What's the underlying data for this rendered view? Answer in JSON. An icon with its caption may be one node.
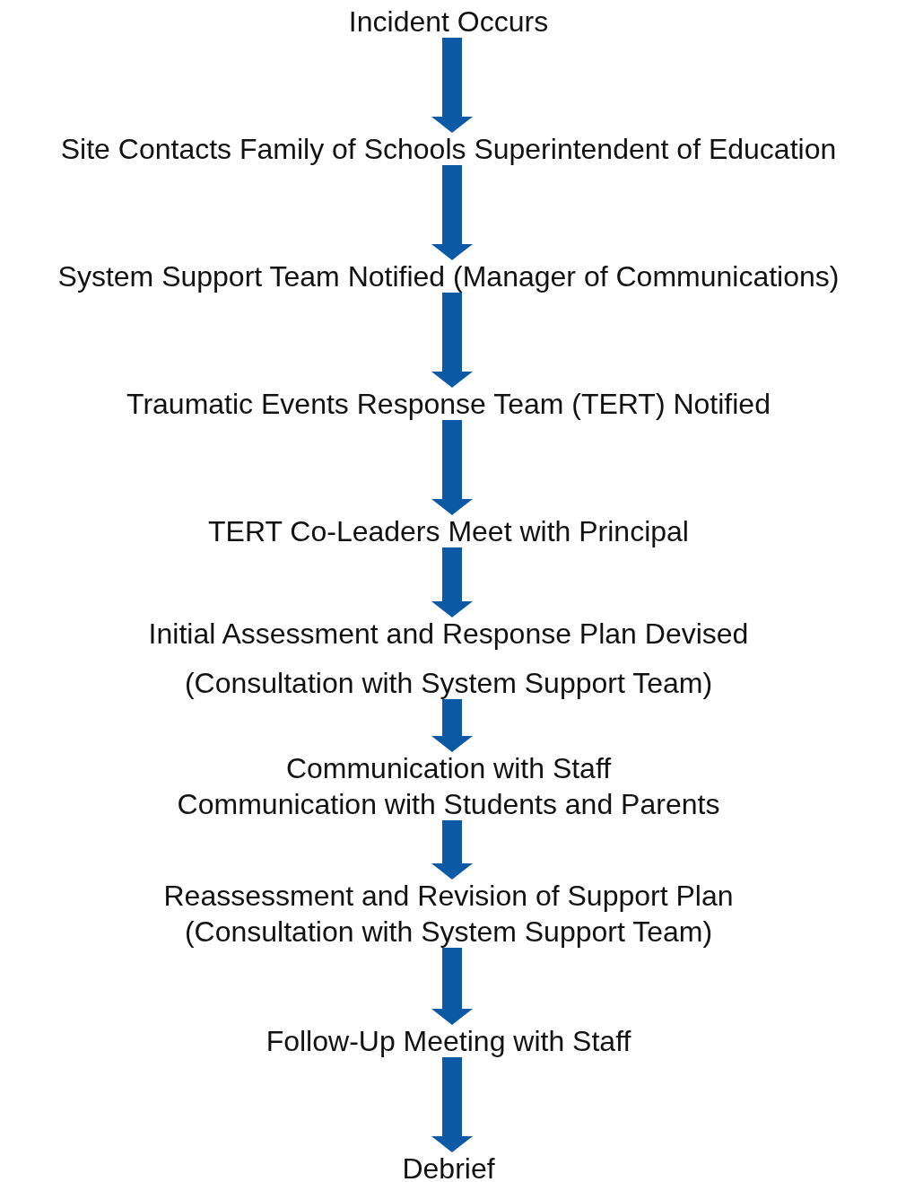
{
  "diagram": {
    "nodes": [
      {
        "text": [
          "Incident Occurs"
        ]
      },
      {
        "text": [
          "Site Contacts Family of Schools Superintendent of Education"
        ]
      },
      {
        "text": [
          "System Support Team Notified (Manager of Communications)"
        ]
      },
      {
        "text": [
          "Traumatic Events Response Team (TERT) Notified"
        ]
      },
      {
        "text": [
          "TERT Co-Leaders Meet with Principal"
        ]
      },
      {
        "text": [
          "Initial Assessment and Response Plan Devised",
          "(Consultation with System Support Team)"
        ]
      },
      {
        "text": [
          "Communication with Staff",
          "Communication with Students and Parents"
        ]
      },
      {
        "text": [
          "Reassessment and Revision of Support Plan",
          "(Consultation with System Support Team)"
        ]
      },
      {
        "text": [
          "Follow-Up Meeting with Staff"
        ]
      },
      {
        "text": [
          "Debrief"
        ]
      }
    ],
    "edges": [
      {
        "from": 0,
        "to": 1,
        "arrow": "to"
      },
      {
        "from": 1,
        "to": 2,
        "arrow": "to"
      },
      {
        "from": 2,
        "to": 3,
        "arrow": "to"
      },
      {
        "from": 3,
        "to": 4,
        "arrow": "to"
      },
      {
        "from": 4,
        "to": 5,
        "arrow": "to"
      },
      {
        "from": 5,
        "to": 6,
        "arrow": "to"
      },
      {
        "from": 6,
        "to": 7,
        "arrow": "to"
      },
      {
        "from": 7,
        "to": 8,
        "arrow": "to"
      },
      {
        "from": 8,
        "to": 9,
        "arrow": "to"
      }
    ]
  }
}
